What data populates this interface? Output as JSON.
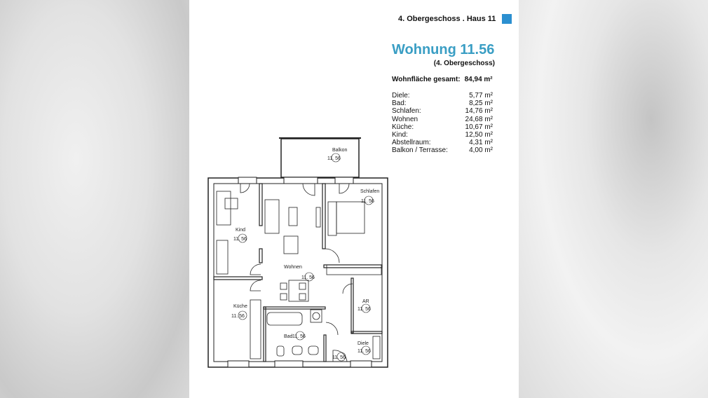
{
  "header": {
    "floor_house": "4. Obergeschoss . Haus 11",
    "accent_color": "#2b8fd0"
  },
  "apartment": {
    "title": "Wohnung 11.56",
    "subtitle": "(4. Obergeschoss)",
    "title_color": "#3a9ec4"
  },
  "total": {
    "label": "Wohnfläche gesamt:",
    "value": "84,94 m²"
  },
  "rooms": [
    {
      "name": "Diele:",
      "area": "5,77 m²"
    },
    {
      "name": "Bad:",
      "area": "8,25 m²"
    },
    {
      "name": "Schlafen:",
      "area": "14,76 m²"
    },
    {
      "name": "Wohnen",
      "area": "24,68 m²"
    },
    {
      "name": "Küche:",
      "area": "10,67 m²"
    },
    {
      "name": "Kind:",
      "area": "12,50 m²"
    },
    {
      "name": "Abstellraum:",
      "area": "4,31 m²"
    },
    {
      "name": "Balkon / Terrasse:",
      "area": "4,00 m²"
    }
  ],
  "plan": {
    "labels": {
      "balkon": "Balkon",
      "schlafen": "Schlafen",
      "kind": "Kind",
      "wohnen": "Wohnen",
      "kueche": "Küche",
      "ar": "AR",
      "bad": "Bad",
      "diele": "Diele"
    },
    "tag": "11.  56"
  }
}
